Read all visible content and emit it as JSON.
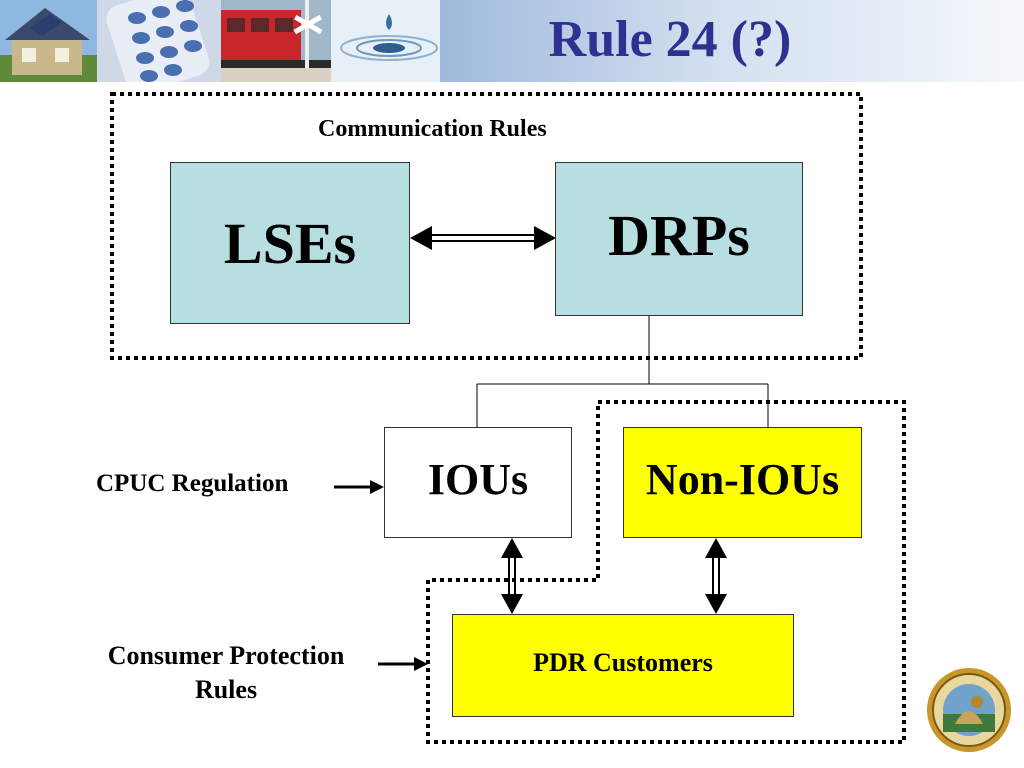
{
  "slide": {
    "title": "Rule 24 (?)"
  },
  "diagram": {
    "top_group_label": "Communication Rules",
    "nodes": {
      "lses": "LSEs",
      "drps": "DRPs",
      "ious": "IOUs",
      "non_ious": "Non-IOUs",
      "pdr_customers": "PDR Customers"
    },
    "side_labels": {
      "cpuc_regulation": "CPUC Regulation",
      "consumer_protection_line1": "Consumer Protection",
      "consumer_protection_line2": "Rules"
    },
    "colors": {
      "light_blue_box": "#b7dfe2",
      "yellow_box": "#ffff00",
      "white_box": "#ffffff",
      "title_color": "#2e3192"
    }
  }
}
